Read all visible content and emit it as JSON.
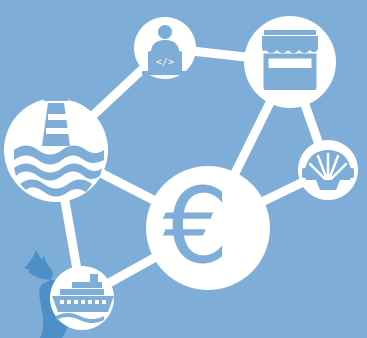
{
  "colors": {
    "background": "#7eaed8",
    "node_fill": "#ffffff",
    "connector": "#ffffff",
    "icon_blue": "#7eaed8",
    "whale": "#4e8fc7"
  },
  "nodes": [
    {
      "id": "lighthouse",
      "icon": "lighthouse-icon"
    },
    {
      "id": "developer",
      "icon": "laptop-code-icon",
      "text": "</>"
    },
    {
      "id": "market",
      "icon": "market-stall-icon"
    },
    {
      "id": "seafood",
      "icon": "scallop-shell-icon"
    },
    {
      "id": "economy",
      "icon": "euro-icon",
      "text": "€"
    },
    {
      "id": "shipping",
      "icon": "cruise-ship-icon"
    }
  ],
  "decorations": [
    {
      "id": "whale",
      "icon": "whale-tail-icon"
    }
  ]
}
